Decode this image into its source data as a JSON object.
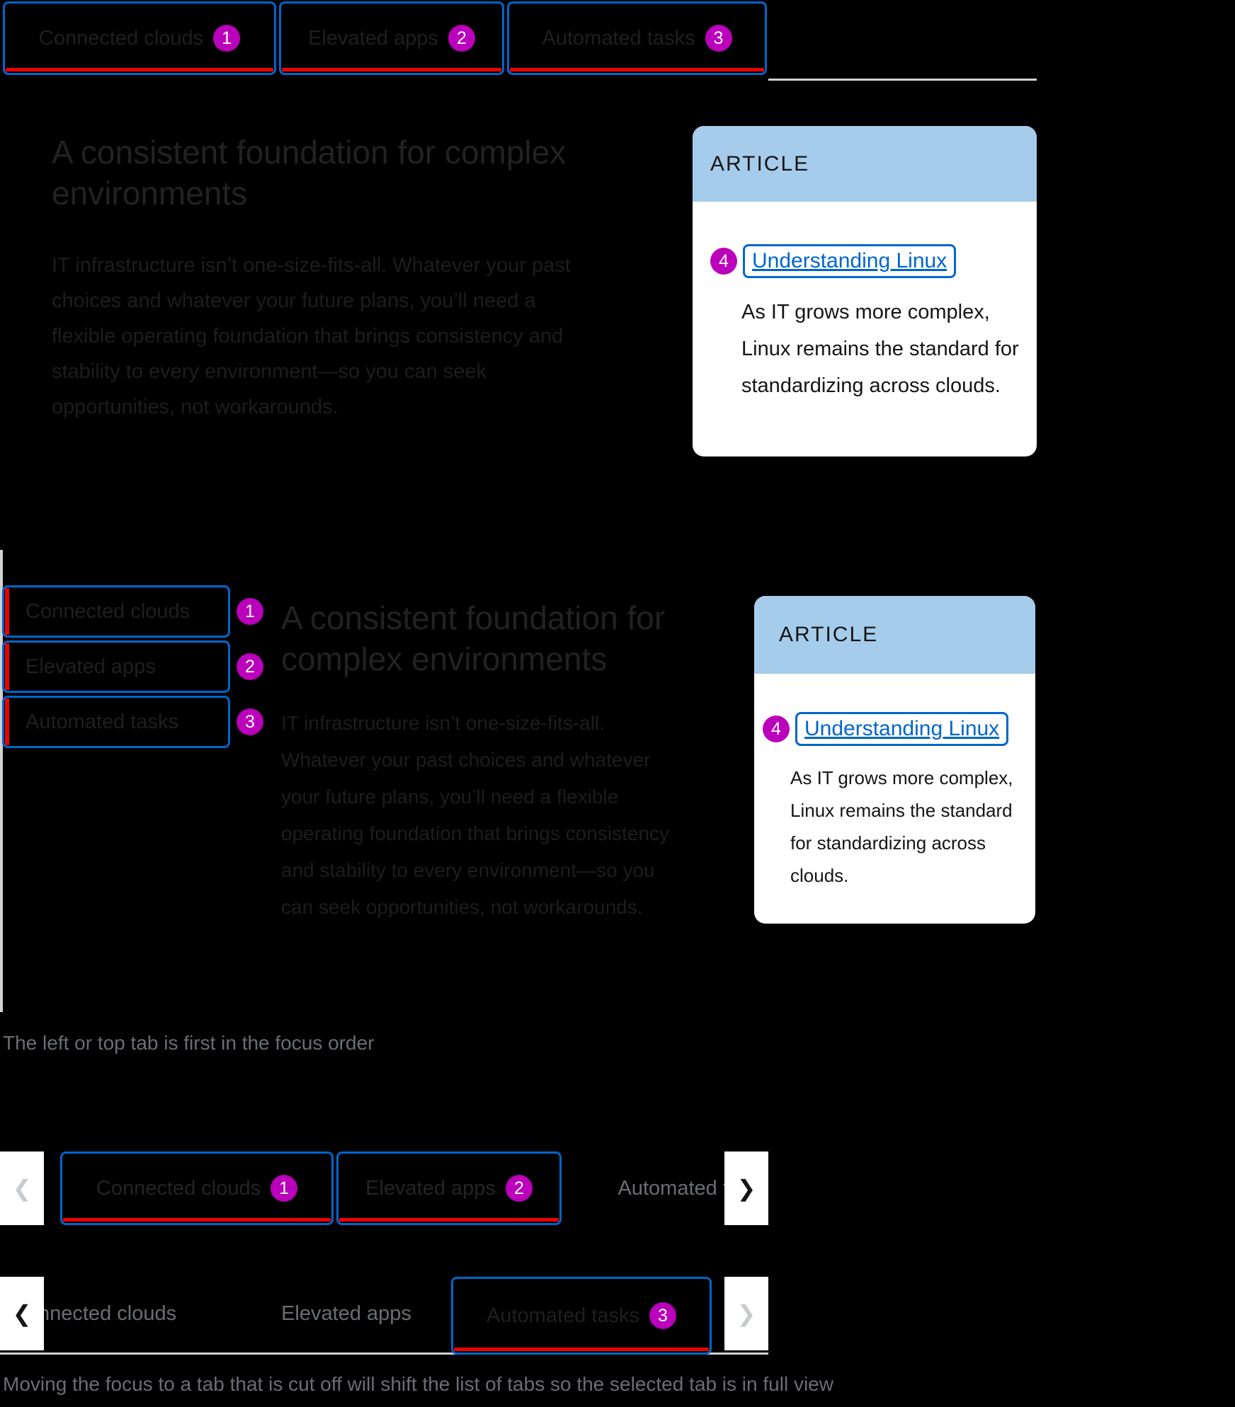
{
  "colors": {
    "background": "#000000",
    "focus_outline_blue": "#0066CC",
    "selected_tab_red": "#EE0000",
    "annotation_badge_magenta": "#BB00BB",
    "card_header_blue": "#A6CCEC",
    "card_body_white": "#FFFFFF",
    "link_blue": "#0066CC",
    "muted_gray_text": "#6A6E73",
    "divider_gray": "#D2D2D2"
  },
  "tabs": [
    {
      "label": "Connected clouds",
      "badge": "1"
    },
    {
      "label": "Elevated apps",
      "badge": "2"
    },
    {
      "label": "Automated tasks",
      "badge": "3"
    }
  ],
  "content": {
    "heading": "A consistent foundation for complex environments",
    "body": "IT infrastructure isn’t one-size-fits-all. Whatever your past choices and whatever your future plans, you’ll need a flexible operating foundation that brings consistency and stability to every environment—so you can seek opportunities, not workarounds."
  },
  "article": {
    "eyebrow": "ARTICLE",
    "badge": "4",
    "link": "Understanding Linux",
    "description": "As IT grows more complex, Linux remains the standard for standardizing across clouds."
  },
  "captions": {
    "vertical_example": "The left or top tab is first in the focus order",
    "overflow_example": "Moving the focus to a tab that is cut off will shift the list of tabs so the selected tab is in full view"
  },
  "overflow": {
    "left_chevron": "❮",
    "right_chevron": "❯"
  }
}
